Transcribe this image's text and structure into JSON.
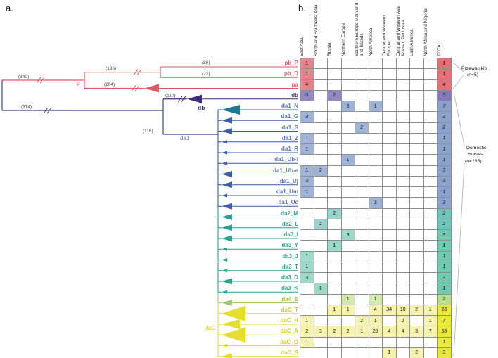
{
  "figure": {
    "panel_a_label": "a.",
    "panel_b_label": "b."
  },
  "tree": {
    "supports": {
      "n340": "(340)",
      "n136": "(136)",
      "n86": "(86)",
      "n73": "(73)",
      "n204": "(204)",
      "n374": "(374)",
      "n110": "(110)",
      "n116": "(116)"
    },
    "clade_labels": {
      "p": "p",
      "db": "db",
      "da1": "da1",
      "daC": "daC"
    }
  },
  "annotations": {
    "przewalski": {
      "line1": "Przewalski's",
      "line2": "(n=5)"
    },
    "domestic": {
      "line1": "Domestic",
      "line2": "Horses",
      "line3": "(n=165)"
    }
  },
  "groups": {
    "pb": {
      "label_color": "#d9606b",
      "cell_fill": "#e8828a",
      "total_fill": "#e57078",
      "tri": "#e05a64"
    },
    "db": {
      "label_color": "#43308c",
      "cell_fill": "#9488c4",
      "total_fill": "#8578bb",
      "tri": "#3f2d80"
    },
    "da1": {
      "label_color": "#5b7ab5",
      "cell_fill": "#9fb3d8",
      "total_fill": "#8ba3cc",
      "tri": "#3c5fa8"
    },
    "da2": {
      "label_color": "#2f9e9b",
      "cell_fill": "#99d3cd",
      "total_fill": "#70c4ba",
      "tri": "#2a9d9a"
    },
    "da3": {
      "label_color": "#2bab8e",
      "cell_fill": "#9cd9c6",
      "total_fill": "#6fcab0",
      "tri": "#28a58c"
    },
    "da4": {
      "label_color": "#a2c152",
      "cell_fill": "#d4e9ad",
      "total_fill": "#b7dd8d",
      "tri": "#9ccc65"
    },
    "daC": {
      "label_color": "#d6cb2b",
      "cell_fill": "#f6f3ae",
      "total_fill": "#eae73e",
      "tri": "#e4de2e"
    }
  },
  "chart_data": {
    "type": "heatmap",
    "columns": [
      "East Asia",
      "South and Southeast Asia",
      "Russia",
      "Northern Europe",
      "Southern Europe Mainland and Islands",
      "North America",
      "Central and Western Europe",
      "Central and Western Asia Arabian Peninsula",
      "Latin America",
      "North Africa and Nigeria",
      "TOTAL"
    ],
    "rows": [
      {
        "label": "pb_P",
        "group": "pb",
        "values": [
          1,
          null,
          null,
          null,
          null,
          null,
          null,
          null,
          null,
          null
        ],
        "total": 1
      },
      {
        "label": "pb_D",
        "group": "pb",
        "values": [
          1,
          null,
          null,
          null,
          null,
          null,
          null,
          null,
          null,
          null
        ],
        "total": 1
      },
      {
        "label": "pa",
        "group": "pb",
        "values": [
          4,
          null,
          null,
          null,
          null,
          null,
          null,
          null,
          null,
          null
        ],
        "total": 4
      },
      {
        "label": "db",
        "group": "db",
        "values": [
          3,
          null,
          2,
          null,
          null,
          null,
          null,
          null,
          null,
          null
        ],
        "total": 5
      },
      {
        "label": "da1_N",
        "group": "da1",
        "tri": "#1f7b91",
        "values": [
          null,
          null,
          null,
          6,
          null,
          1,
          null,
          null,
          null,
          null
        ],
        "total": 7
      },
      {
        "label": "da1_G",
        "group": "da1",
        "values": [
          3,
          null,
          null,
          null,
          null,
          null,
          null,
          null,
          null,
          null
        ],
        "total": 3
      },
      {
        "label": "da1_S",
        "group": "da1",
        "values": [
          null,
          null,
          null,
          null,
          2,
          null,
          null,
          null,
          null,
          null
        ],
        "total": 2
      },
      {
        "label": "da1_Z",
        "group": "da1",
        "values": [
          1,
          null,
          null,
          null,
          null,
          null,
          null,
          null,
          null,
          null
        ],
        "total": 1
      },
      {
        "label": "da1_R",
        "group": "da1",
        "values": [
          1,
          null,
          null,
          null,
          null,
          null,
          null,
          null,
          null,
          null
        ],
        "total": 1
      },
      {
        "label": "da1_Ub-i",
        "group": "da1",
        "values": [
          null,
          null,
          null,
          1,
          null,
          null,
          null,
          null,
          null,
          null
        ],
        "total": 1
      },
      {
        "label": "da1_Ub-e",
        "group": "da1",
        "values": [
          1,
          2,
          null,
          null,
          null,
          null,
          null,
          null,
          null,
          null
        ],
        "total": 3
      },
      {
        "label": "da1_Uj",
        "group": "da1",
        "values": [
          3,
          null,
          null,
          null,
          null,
          null,
          null,
          null,
          null,
          null
        ],
        "total": 3
      },
      {
        "label": "da1_Um",
        "group": "da1",
        "values": [
          1,
          null,
          null,
          null,
          null,
          null,
          null,
          null,
          null,
          null
        ],
        "total": 1
      },
      {
        "label": "da1_Uc",
        "group": "da1",
        "values": [
          null,
          null,
          null,
          null,
          null,
          3,
          null,
          null,
          null,
          null
        ],
        "total": 3
      },
      {
        "label": "da2_M",
        "group": "da2",
        "values": [
          null,
          null,
          2,
          null,
          null,
          null,
          null,
          null,
          null,
          null
        ],
        "total": 2
      },
      {
        "label": "da2_L",
        "group": "da2",
        "values": [
          null,
          2,
          null,
          null,
          null,
          null,
          null,
          null,
          null,
          null
        ],
        "total": 2
      },
      {
        "label": "da3_I",
        "group": "da3",
        "values": [
          null,
          null,
          null,
          3,
          null,
          null,
          null,
          null,
          null,
          null
        ],
        "total": 3
      },
      {
        "label": "da3_Y",
        "group": "da3",
        "values": [
          null,
          null,
          1,
          null,
          null,
          null,
          null,
          null,
          null,
          null
        ],
        "total": 1
      },
      {
        "label": "da3_J",
        "group": "da3",
        "values": [
          1,
          null,
          null,
          null,
          null,
          null,
          null,
          null,
          null,
          null
        ],
        "total": 1
      },
      {
        "label": "da3_T",
        "group": "da3",
        "values": [
          1,
          null,
          null,
          null,
          null,
          null,
          null,
          null,
          null,
          null
        ],
        "total": 1
      },
      {
        "label": "da3_D",
        "group": "da3",
        "values": [
          3,
          null,
          null,
          null,
          null,
          null,
          null,
          null,
          null,
          null
        ],
        "total": 3
      },
      {
        "label": "da3_K",
        "group": "da3",
        "values": [
          null,
          1,
          null,
          null,
          null,
          null,
          null,
          null,
          null,
          null
        ],
        "total": 1
      },
      {
        "label": "da4_E",
        "group": "da4",
        "values": [
          null,
          null,
          null,
          1,
          null,
          1,
          null,
          null,
          null,
          null
        ],
        "total": 2
      },
      {
        "label": "daC_T",
        "group": "daC",
        "values": [
          null,
          null,
          1,
          1,
          null,
          4,
          34,
          10,
          2,
          1
        ],
        "total": 53
      },
      {
        "label": "daC_H",
        "group": "daC",
        "values": [
          1,
          null,
          null,
          null,
          2,
          1,
          null,
          2,
          null,
          1
        ],
        "total": 7
      },
      {
        "label": "daC_A",
        "group": "daC",
        "values": [
          2,
          3,
          2,
          2,
          1,
          28,
          4,
          4,
          3,
          7
        ],
        "total": 56
      },
      {
        "label": "daC_O",
        "group": "daC",
        "values": [
          1,
          null,
          null,
          null,
          null,
          null,
          null,
          null,
          null,
          null
        ],
        "total": 1
      },
      {
        "label": "daC_S",
        "group": "daC",
        "values": [
          null,
          null,
          null,
          null,
          null,
          null,
          1,
          null,
          2,
          null
        ],
        "total": 3
      }
    ]
  }
}
